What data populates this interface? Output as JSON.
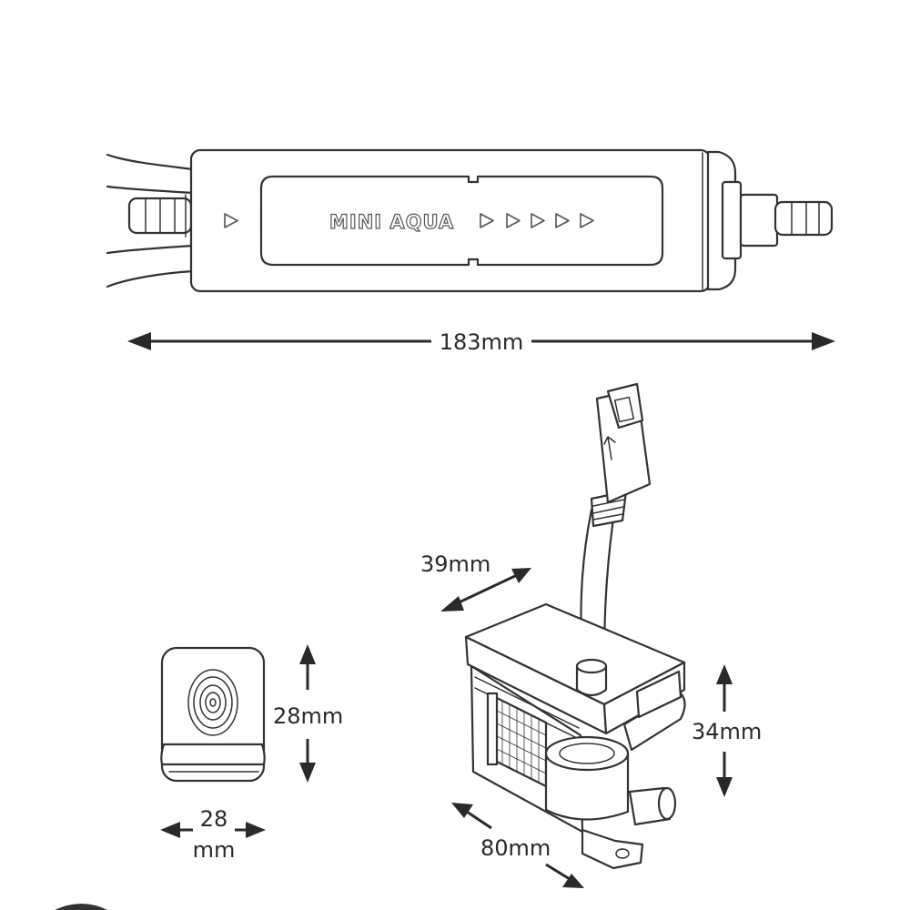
{
  "product_label": "MINI AQUA",
  "dimensions": {
    "length": "183mm",
    "front_height": "28mm",
    "front_width_line1": "28",
    "front_width_line2": "mm",
    "depth": "39mm",
    "body_height": "34mm",
    "body_length": "80mm"
  },
  "colors": {
    "line": "#333333",
    "background": "#ffffff"
  }
}
